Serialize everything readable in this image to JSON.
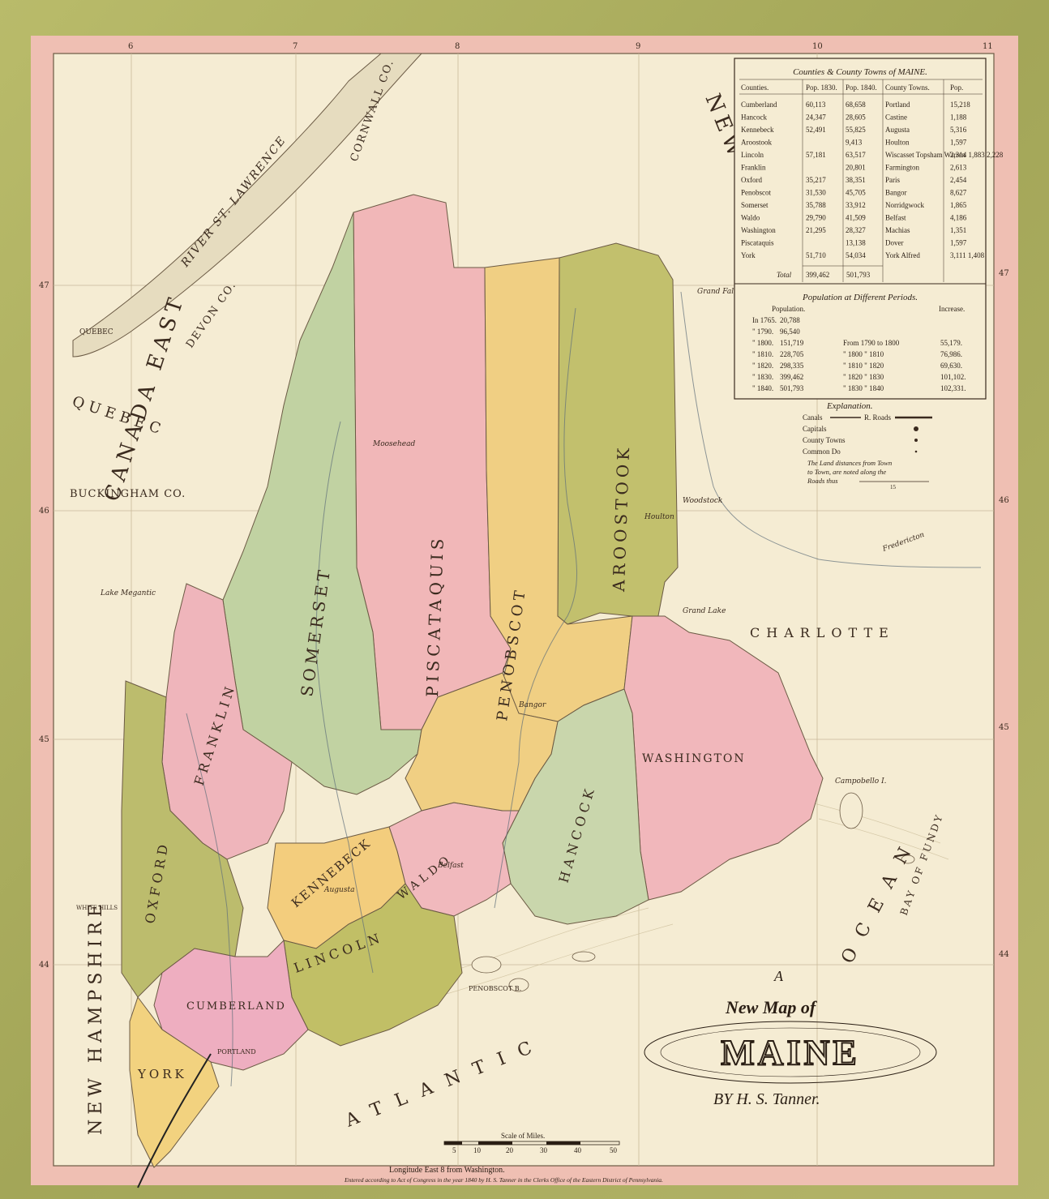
{
  "title": {
    "line1": "A",
    "line2": "New Map of",
    "line3": "MAINE",
    "author": "BY H. S. Tanner."
  },
  "counties_table": {
    "heading": "Counties & County Towns of MAINE.",
    "headers": [
      "Counties.",
      "Pop. 1830.",
      "Pop. 1840.",
      "County Towns.",
      "Pop."
    ],
    "rows": [
      [
        "Cumberland",
        "60,113",
        "68,658",
        "Portland",
        "15,218"
      ],
      [
        "Hancock",
        "24,347",
        "28,605",
        "Castine",
        "1,188"
      ],
      [
        "Kennebeck",
        "52,491",
        "55,825",
        "Augusta",
        "5,316"
      ],
      [
        "Aroostook",
        "",
        "9,413",
        "Houlton",
        "1,597"
      ],
      [
        "Lincoln",
        "57,181",
        "63,517",
        "Wiscasset Topsham Warren",
        "2,314 1,883 2,228"
      ],
      [
        "Franklin",
        "",
        "20,801",
        "Farmington",
        "2,613"
      ],
      [
        "Oxford",
        "35,217",
        "38,351",
        "Paris",
        "2,454"
      ],
      [
        "Penobscot",
        "31,530",
        "45,705",
        "Bangor",
        "8,627"
      ],
      [
        "Somerset",
        "35,788",
        "33,912",
        "Norridgwock",
        "1,865"
      ],
      [
        "Waldo",
        "29,790",
        "41,509",
        "Belfast",
        "4,186"
      ],
      [
        "Washington",
        "21,295",
        "28,327",
        "Machias",
        "1,351"
      ],
      [
        "Piscataquis",
        "",
        "13,138",
        "Dover",
        "1,597"
      ],
      [
        "York",
        "51,710",
        "54,034",
        "York Alfred",
        "3,111 1,408"
      ]
    ],
    "total_label": "Total",
    "total_1830": "399,462",
    "total_1840": "501,793"
  },
  "population_table": {
    "heading": "Population at Different Periods.",
    "col_pop": "Population.",
    "col_inc": "Increase.",
    "rows": [
      [
        "In 1765.",
        "20,788",
        "",
        ""
      ],
      [
        "\" 1790.",
        "96,540",
        "",
        ""
      ],
      [
        "\" 1800.",
        "151,719",
        "From 1790 to 1800",
        "55,179."
      ],
      [
        "\" 1810.",
        "228,705",
        "\" 1800 \" 1810",
        "76,986."
      ],
      [
        "\" 1820.",
        "298,335",
        "\" 1810 \" 1820",
        "69,630."
      ],
      [
        "\" 1830.",
        "399,462",
        "\" 1820 \" 1830",
        "101,102."
      ],
      [
        "\" 1840.",
        "501,793",
        "\" 1830 \" 1840",
        "102,331."
      ]
    ]
  },
  "explanation": {
    "heading": "Explanation.",
    "canals": "Canals",
    "roads": "R. Roads",
    "capitals": "Capitals",
    "county_towns": "County Towns",
    "common": "Common Do",
    "note": "The Land distances from Town to Town, are noted along the Roads thus",
    "note_num": "15"
  },
  "scale": {
    "label": "Scale of Miles.",
    "ticks": [
      "5",
      "10",
      "20",
      "30",
      "40",
      "50"
    ]
  },
  "footer": {
    "longitude": "Longitude East  8  from Washington.",
    "copyright": "Entered according to Act of Congress in the year 1840 by H. S. Tanner in the Clerks Office of the Eastern District of Pennsylvania."
  },
  "lon_ticks": [
    "6",
    "7",
    "8",
    "9",
    "10",
    "11"
  ],
  "lat_ticks": [
    "47",
    "46",
    "45",
    "44"
  ],
  "region_labels": {
    "canada_east": "CANADA EAST",
    "quebec": "QUEBEC",
    "buckingham": "BUCKINGHAM CO.",
    "devon": "DEVON CO.",
    "cornwall": "CORNWALL CO.",
    "new_brunswick": "NEW BRUNSWICK",
    "charlotte": "CHARLOTTE",
    "new_hampshire": "NEW HAMPSHIRE",
    "atlantic": "ATLANTIC",
    "ocean": "OCEAN",
    "bay_of_fundy": "BAY OF FUNDY",
    "river_st_lawrence": "RIVER ST. LAWRENCE"
  },
  "county_labels": {
    "aroostook": "AROOSTOOK",
    "piscataquis": "PISCATAQUIS",
    "somerset": "SOMERSET",
    "franklin": "FRANKLIN",
    "oxford": "OXFORD",
    "penobscot": "PENOBSCOT",
    "washington": "WASHINGTON",
    "hancock": "HANCOCK",
    "waldo": "WALDO",
    "kennebeck": "KENNEBECK",
    "lincoln": "LINCOLN",
    "cumberland": "CUMBERLAND",
    "york": "YORK"
  },
  "place_labels": {
    "quebec_city": "QUEBEC",
    "portland": "PORTLAND",
    "bangor": "Bangor",
    "augusta": "Augusta",
    "belfast": "Belfast",
    "houlton": "Houlton",
    "grand_lake": "Grand Lake",
    "lake_megantic": "Lake Megantic",
    "moosehead": "Moosehead",
    "white_hills": "WHITE HILLS",
    "penobscot_bay": "PENOBSCOT B.",
    "campobello": "Campobello I.",
    "grand_falls": "Grand Falls",
    "woodstock": "Woodstock",
    "fredericton": "Fredericton"
  },
  "colors": {
    "frame": "#a9ac5d",
    "border_pink": "#efbfb3",
    "paper": "#f5ecd3",
    "aroostook": "#c2c06d",
    "piscataquis": "#f1b7b8",
    "somerset": "#c1d2a2",
    "franklin": "#efb5bb",
    "oxford": "#bcbc6d",
    "penobscot": "#f0cf83",
    "washington": "#f1b7bb",
    "hancock": "#c9d6ac",
    "waldo": "#f1b9bd",
    "kennebeck": "#f3cd7d",
    "lincoln": "#c1bf66",
    "cumberland": "#eeaec0",
    "york": "#f2d27f"
  }
}
